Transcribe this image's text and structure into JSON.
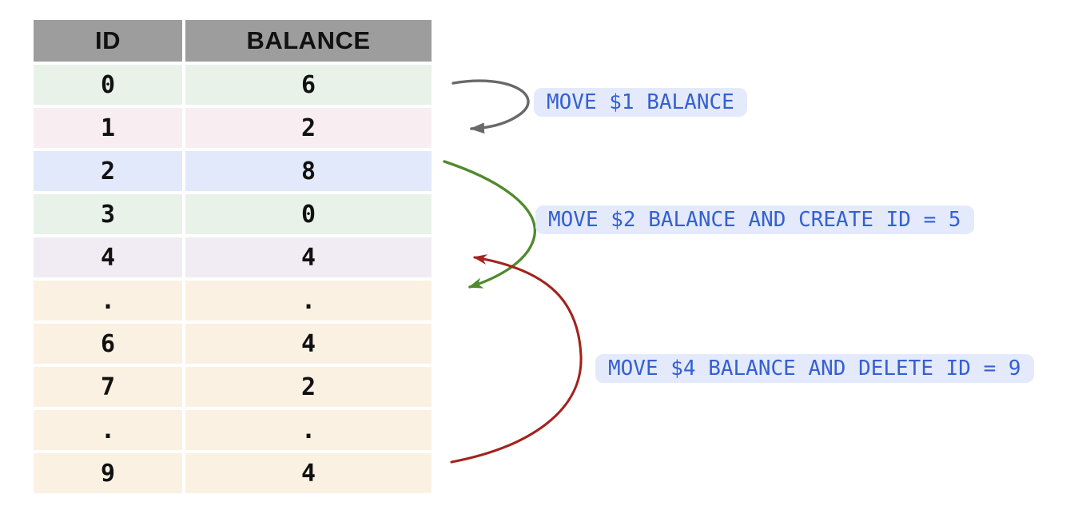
{
  "table": {
    "header": {
      "id": "ID",
      "balance": "BALANCE",
      "bg": "#9D9D9D"
    },
    "rows": [
      {
        "id": "0",
        "balance": "6",
        "bg": "#E9F2E9"
      },
      {
        "id": "1",
        "balance": "2",
        "bg": "#F8EEF2"
      },
      {
        "id": "2",
        "balance": "8",
        "bg": "#E2E9FA"
      },
      {
        "id": "3",
        "balance": "0",
        "bg": "#E9F2E9"
      },
      {
        "id": "4",
        "balance": "4",
        "bg": "#F1ECF3"
      },
      {
        "id": ".",
        "balance": ".",
        "bg": "#FBF1E2"
      },
      {
        "id": "6",
        "balance": "4",
        "bg": "#FBF1E2"
      },
      {
        "id": "7",
        "balance": "2",
        "bg": "#FBF1E2"
      },
      {
        "id": ".",
        "balance": ".",
        "bg": "#FBF1E2"
      },
      {
        "id": "9",
        "balance": "4",
        "bg": "#FBF1E2"
      }
    ]
  },
  "annotations": {
    "move1": {
      "label": "MOVE $1 BALANCE",
      "arrow_color": "#696969"
    },
    "move2": {
      "label": "MOVE $2 BALANCE AND CREATE ID = 5",
      "arrow_color": "#4F8A2D"
    },
    "move4": {
      "label": "MOVE $4 BALANCE AND DELETE ID = 9",
      "arrow_color": "#A2231D"
    }
  },
  "label_style": {
    "text_color": "#3460D3",
    "bg": "#E4EAFB"
  }
}
